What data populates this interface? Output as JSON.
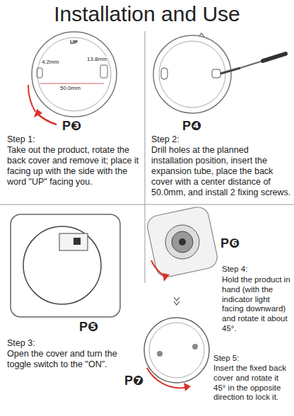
{
  "diagram": {
    "title": "Installation and Use",
    "labels": [
      "4.2mm",
      "13.8mm",
      "50.0mm",
      "UP",
      "P❸",
      "Step 1:",
      "Take out the product, rotate the back cover and remove it; place it facing up with the side with the word \"UP\" facing you.",
      "P❹",
      "Step 2:",
      "Drill holes at the planned installation position, insert the expansion tube, place the back cover with a center distance of 50.0mm, and install 2 fixing screws.",
      "P❺",
      "Step 3:",
      "Open the cover and turn the toggle switch to the \"ON\".",
      "P❻",
      "Step 4:",
      "Hold the product in hand (with the indicator light facing downward) and rotate it about 45°.",
      "P❼",
      "Step 5:",
      "Insert the fixed back cover and rotate it 45° in the opposite direction to lock it."
    ]
  }
}
